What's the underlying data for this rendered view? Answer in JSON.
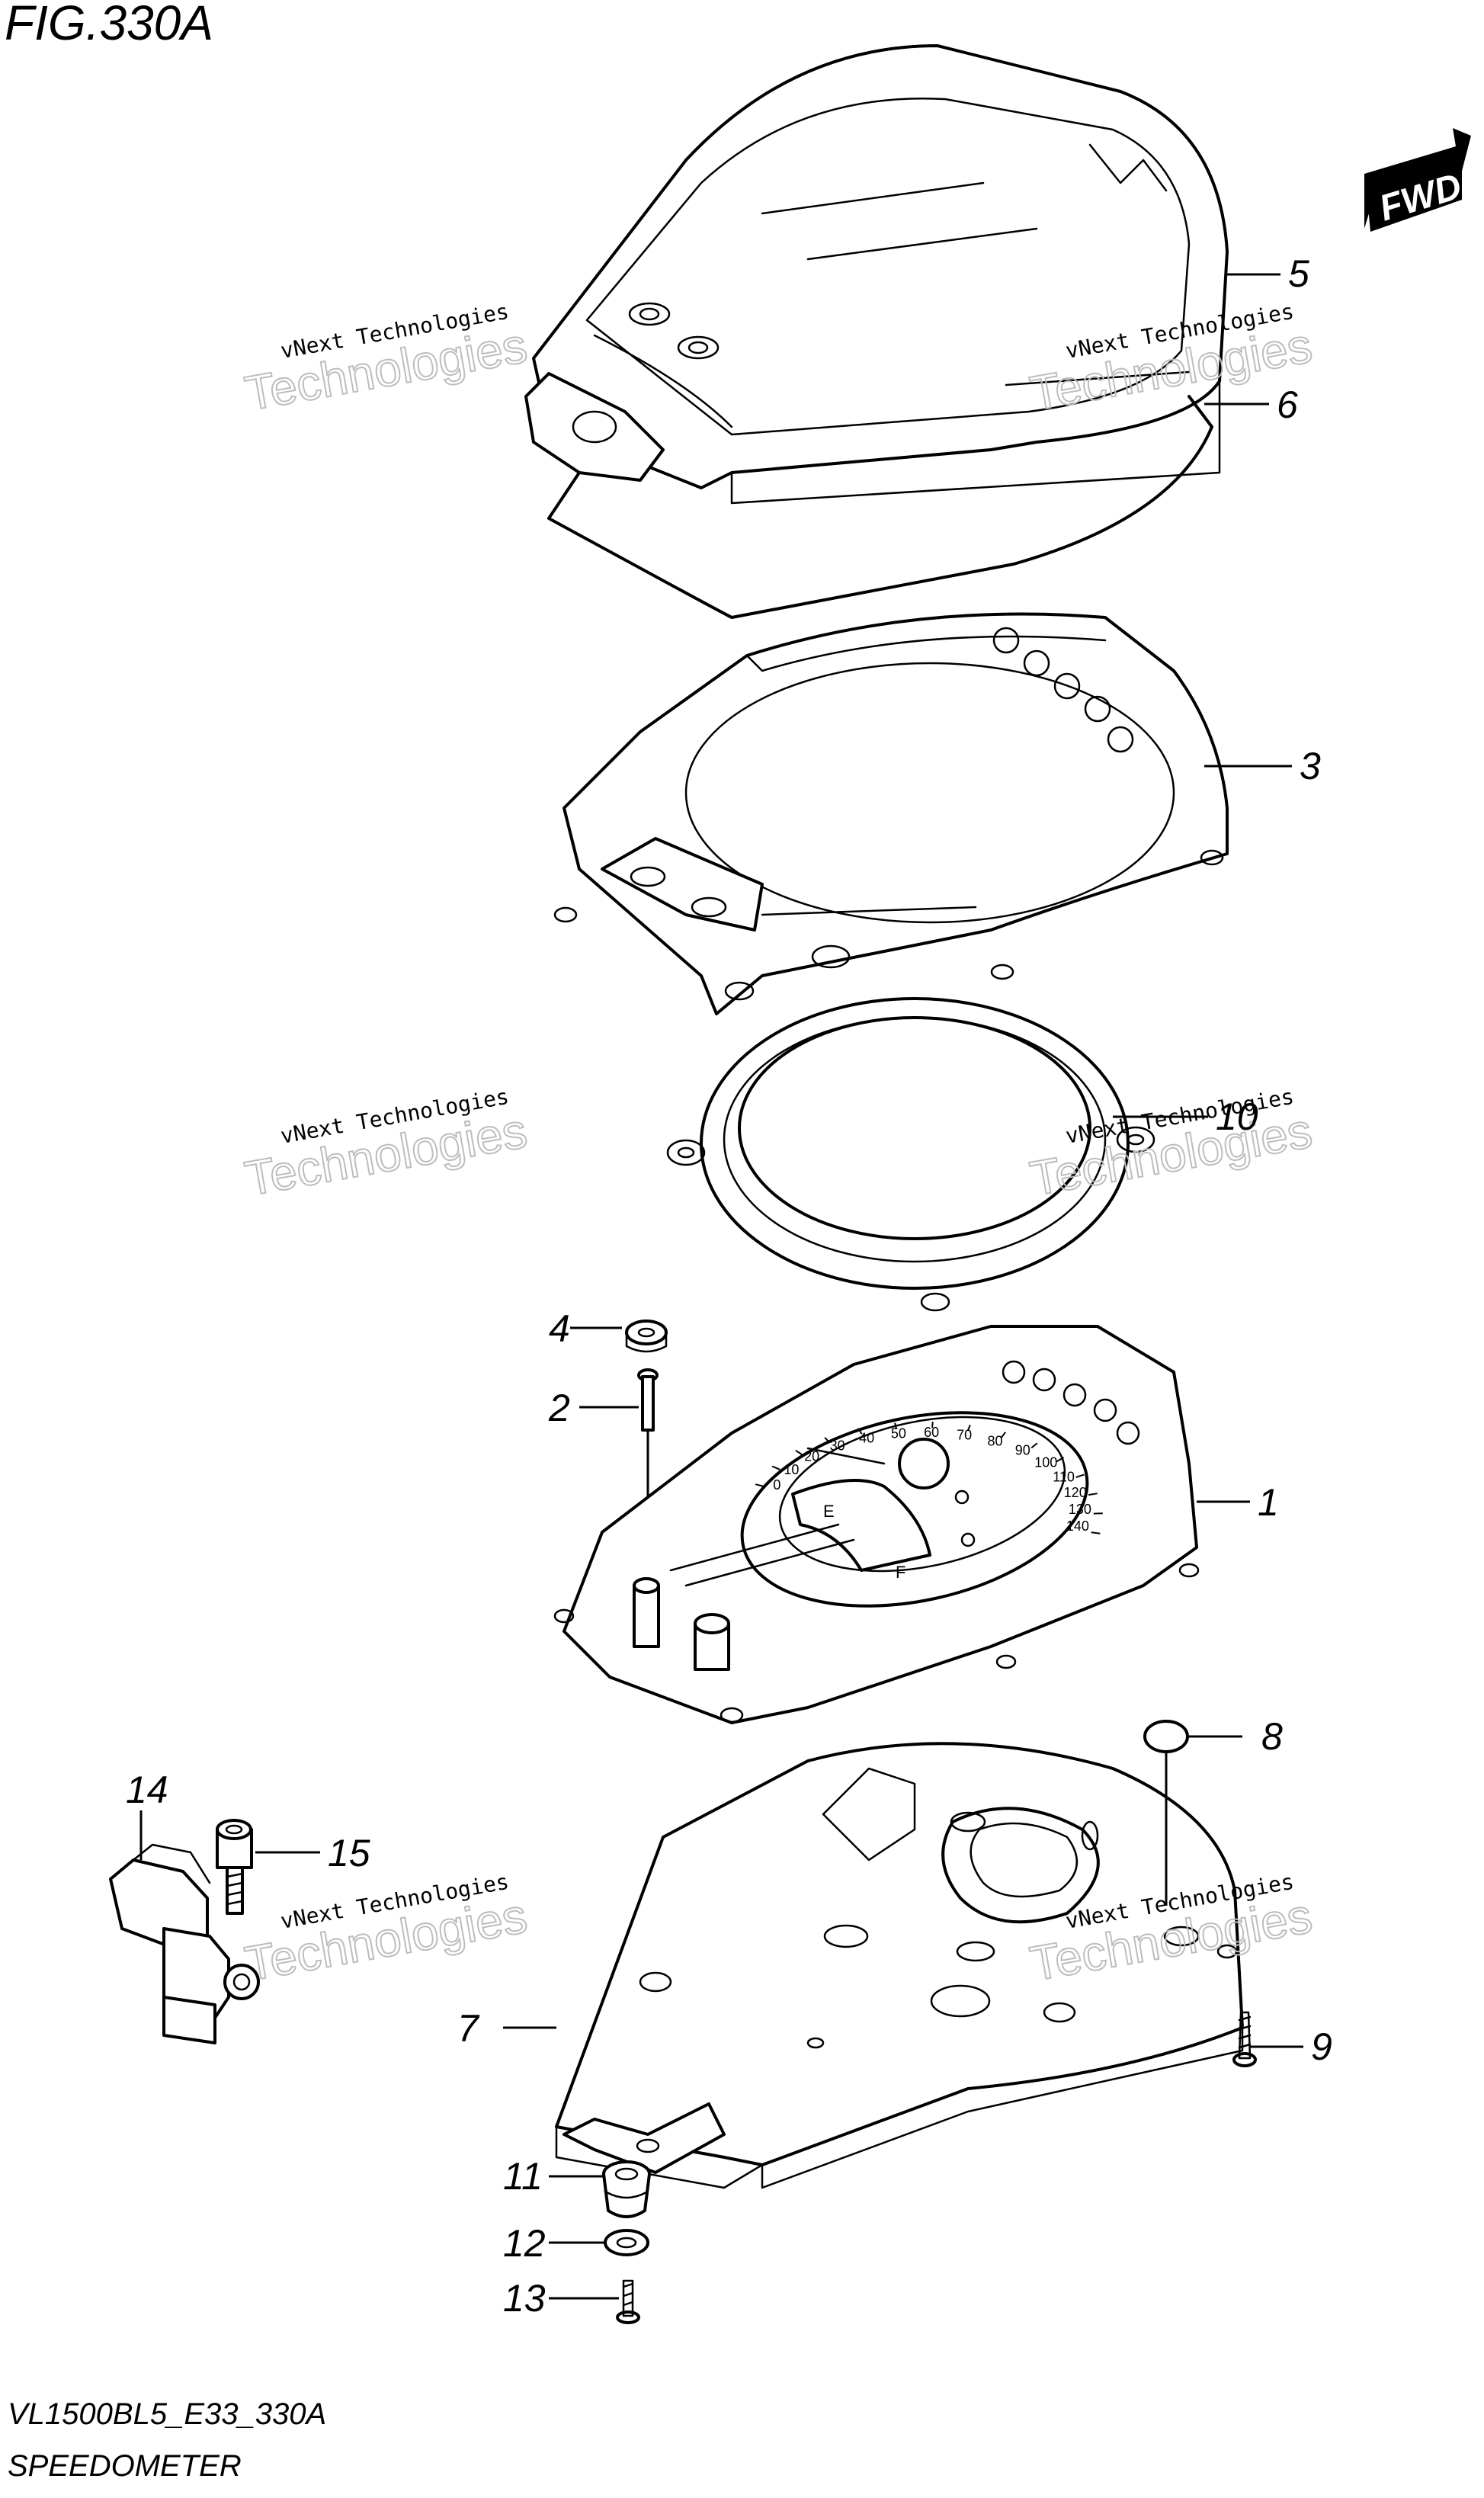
{
  "figure": {
    "title": "FIG.330A",
    "model_code": "VL1500BL5_E33_330A",
    "caption": "SPEEDOMETER",
    "direction_label": "FWD"
  },
  "watermark": {
    "line1": "vNext Technologies",
    "line2": "Technologies",
    "overlay": "vNext"
  },
  "dial": {
    "speed_ticks": [
      "0",
      "10",
      "20",
      "30",
      "40",
      "50",
      "60",
      "70",
      "80",
      "90",
      "100",
      "110",
      "120",
      "130",
      "140"
    ],
    "fuel_empty": "E",
    "fuel_full": "F"
  },
  "callouts": [
    {
      "id": "5",
      "part": "meter-top-cover"
    },
    {
      "id": "6",
      "part": "cover-gasket"
    },
    {
      "id": "3",
      "part": "meter-case-frame"
    },
    {
      "id": "10",
      "part": "lens-ring"
    },
    {
      "id": "4",
      "part": "cushion"
    },
    {
      "id": "2",
      "part": "pin"
    },
    {
      "id": "1",
      "part": "speedometer-assembly"
    },
    {
      "id": "8",
      "part": "cap"
    },
    {
      "id": "14",
      "part": "speed-sensor"
    },
    {
      "id": "15",
      "part": "sensor-bolt"
    },
    {
      "id": "7",
      "part": "lower-case"
    },
    {
      "id": "9",
      "part": "case-screw"
    },
    {
      "id": "11",
      "part": "grommet"
    },
    {
      "id": "12",
      "part": "washer"
    },
    {
      "id": "13",
      "part": "mount-screw"
    }
  ]
}
